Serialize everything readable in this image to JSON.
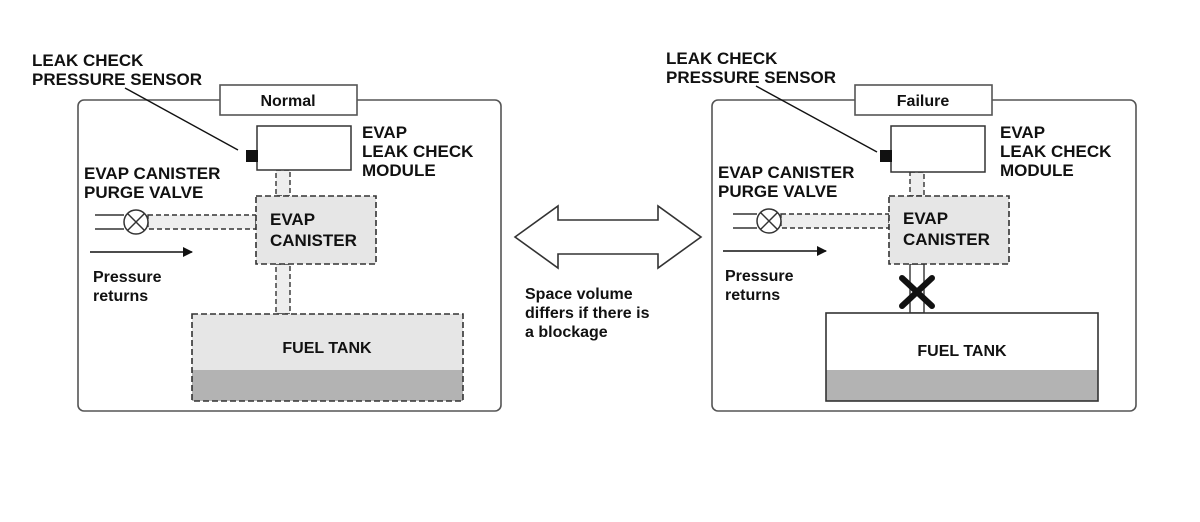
{
  "middle": {
    "note_lines": [
      "Space volume",
      "differs if there is",
      "a blockage"
    ]
  },
  "panels": [
    {
      "id": "normal",
      "title": "Normal",
      "sensor_label": [
        "LEAK CHECK",
        "PRESSURE SENSOR"
      ],
      "module_label": [
        "EVAP",
        "LEAK CHECK",
        "MODULE"
      ],
      "purge_label": [
        "EVAP CANISTER",
        "PURGE VALVE"
      ],
      "canister_label": [
        "EVAP",
        "CANISTER"
      ],
      "pressure_label": [
        "Pressure",
        "returns"
      ],
      "tank_label": "FUEL TANK",
      "blocked": false
    },
    {
      "id": "failure",
      "title": "Failure",
      "sensor_label": [
        "LEAK CHECK",
        "PRESSURE SENSOR"
      ],
      "module_label": [
        "EVAP",
        "LEAK CHECK",
        "MODULE"
      ],
      "purge_label": [
        "EVAP CANISTER",
        "PURGE VALVE"
      ],
      "canister_label": [
        "EVAP",
        "CANISTER"
      ],
      "pressure_label": [
        "Pressure",
        "returns"
      ],
      "tank_label": "FUEL TANK",
      "blocked": true
    }
  ],
  "colors": {
    "line": "#333333",
    "pressurized_fill": "#e6e6e6",
    "fuel_fill": "#b3b3b3",
    "frame": "#555555"
  }
}
